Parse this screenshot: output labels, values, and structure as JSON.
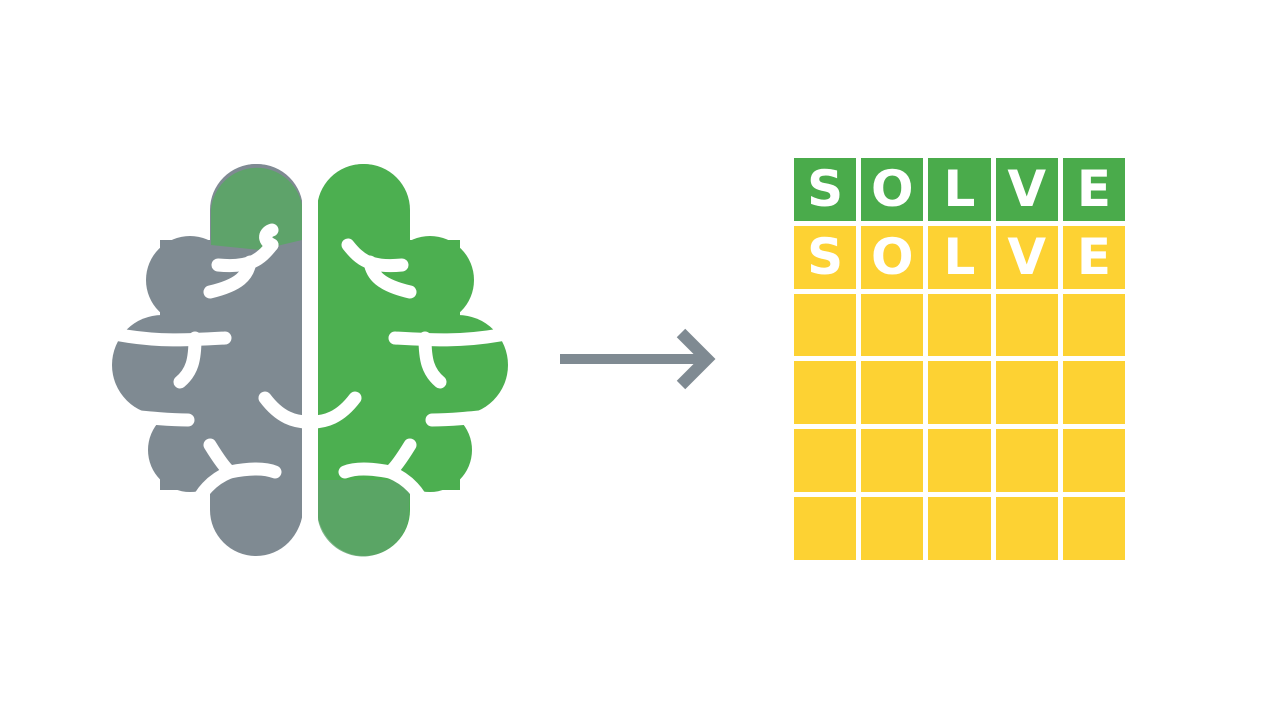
{
  "colors": {
    "brain_left": "#7f8a92",
    "brain_right": "#4caf50",
    "arrow": "#7f8a92",
    "tile_green": "#4aab4b",
    "tile_yellow": "#fdd233",
    "background": "#ffffff"
  },
  "icons": {
    "brain": "brain-icon",
    "arrow": "arrow-right-icon"
  },
  "grid": {
    "columns": 5,
    "rows": [
      {
        "state": "green",
        "letters": [
          "S",
          "O",
          "L",
          "V",
          "E"
        ]
      },
      {
        "state": "yellow",
        "letters": [
          "S",
          "O",
          "L",
          "V",
          "E"
        ]
      },
      {
        "state": "yellow",
        "letters": [
          "",
          "",
          "",
          "",
          ""
        ]
      },
      {
        "state": "yellow",
        "letters": [
          "",
          "",
          "",
          "",
          ""
        ]
      },
      {
        "state": "yellow",
        "letters": [
          "",
          "",
          "",
          "",
          ""
        ]
      },
      {
        "state": "yellow",
        "letters": [
          "",
          "",
          "",
          "",
          ""
        ]
      }
    ]
  }
}
